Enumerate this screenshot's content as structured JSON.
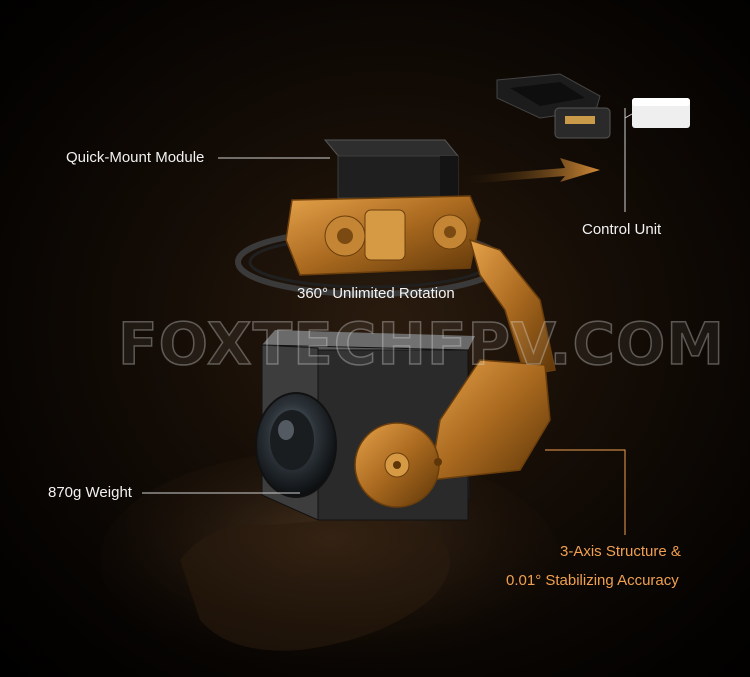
{
  "callouts": {
    "quick_mount": "Quick-Mount Module",
    "control_unit": "Control Unit",
    "rotation": "360° Unlimited Rotation",
    "weight": "870g Weight",
    "axis_line1": "3-Axis Structure &",
    "axis_line2": "0.01° Stabilizing Accuracy"
  },
  "watermark": "FOXTECHFPV.COM",
  "colors": {
    "background": "#000000",
    "gimbal_gold": "#b8772a",
    "camera_body": "#3a3a3a",
    "label_text": "#f2f2f2",
    "accent_text": "#f0a050"
  }
}
